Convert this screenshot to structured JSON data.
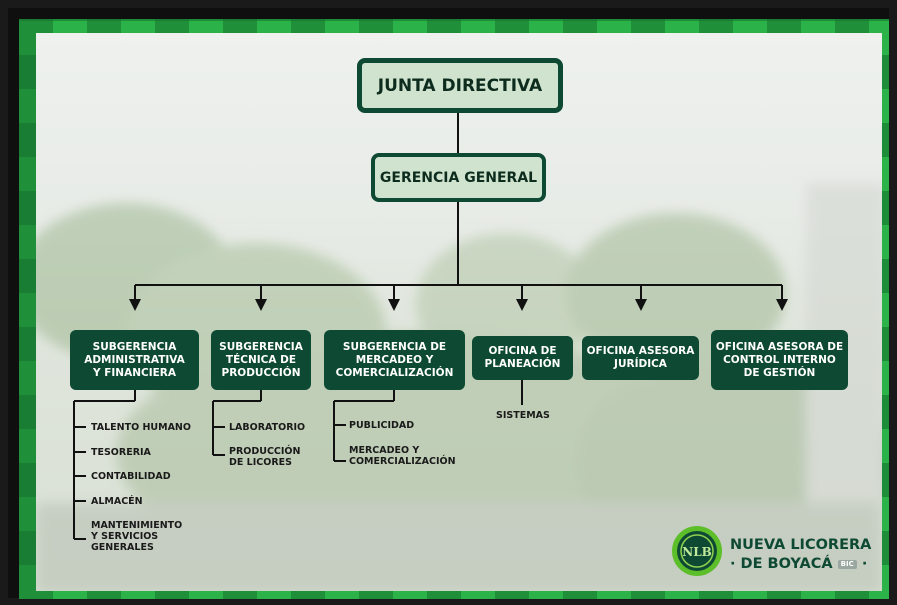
{
  "top": {
    "label": "JUNTA DIRECTIVA"
  },
  "general": {
    "label": "GERENCIA GENERAL"
  },
  "departments": [
    {
      "label": "SUBGERENCIA\nADMINISTRATIVA\nY FINANCIERA",
      "items": [
        "TALENTO HUMANO",
        "TESORERIA",
        "CONTABILIDAD",
        "ALMACÉN",
        "MANTENIMIENTO\nY SERVICIOS\nGENERALES"
      ]
    },
    {
      "label": "SUBGERENCIA\nTÉCNICA DE\nPRODUCCIÓN",
      "items": [
        "LABORATORIO",
        "PRODUCCIÓN\nDE LICORES"
      ]
    },
    {
      "label": "SUBGERENCIA DE\nMERCADEO Y\nCOMERCIALIZACIÓN",
      "items": [
        "PUBLICIDAD",
        "MERCADEO Y\nCOMERCIALIZACIÓN"
      ]
    },
    {
      "label": "OFICINA DE\nPLANEACIÓN",
      "items": [
        "SISTEMAS"
      ]
    },
    {
      "label": "OFICINA ASESORA\nJURÍDICA",
      "items": []
    },
    {
      "label": "OFICINA ASESORA DE\nCONTROL INTERNO\nDE GESTIÓN",
      "items": []
    }
  ],
  "logo": {
    "monogram": "NLB",
    "line1": "NUEVA LICORERA",
    "line2": "· DE BOYACÁ",
    "badge": "BIC",
    "dot": "·"
  },
  "colors": {
    "dark_green": "#0e4a33",
    "light_green": "#cfe3cf",
    "border_green": "#2bb34a"
  }
}
